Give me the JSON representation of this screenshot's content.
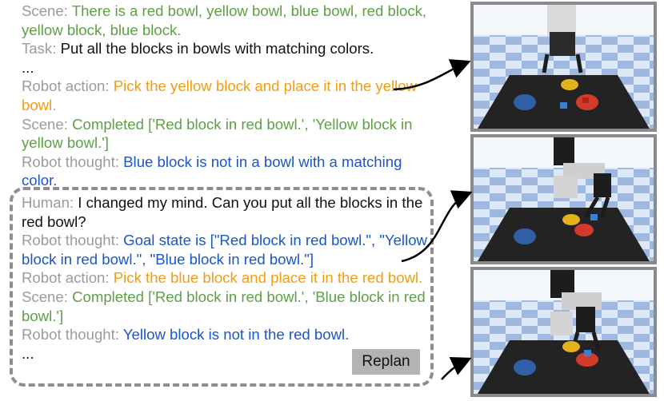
{
  "transcript": {
    "before": [
      {
        "label": "Scene: ",
        "text": "There is a red bowl, yellow bowl, blue bowl, red block, yellow block, blue block.",
        "color": "green"
      },
      {
        "label": "Task: ",
        "text": "Put all the blocks in bowls with matching colors.",
        "color": "black"
      },
      {
        "label": "",
        "text": "...",
        "color": "black"
      },
      {
        "label": "Robot action: ",
        "text": "Pick the yellow block and place it in the yellow bowl.",
        "color": "orange"
      },
      {
        "label": "Scene: ",
        "text": "Completed ['Red block in red bowl.', 'Yellow block in yellow bowl.']",
        "color": "green"
      },
      {
        "label": "Robot thought: ",
        "text": "Blue block is not in a bowl with a matching color.",
        "color": "blue"
      }
    ],
    "replan": [
      {
        "label": "Human: ",
        "text": "I changed my mind. Can you put all the blocks in the red bowl?",
        "color": "black"
      },
      {
        "label": "Robot thought: ",
        "text": "Goal state is [\"Red block in red bowl.\", \"Yellow block in red bowl.\", \"Blue block in red bowl.\"]",
        "color": "blue"
      },
      {
        "label": "Robot action: ",
        "text": "Pick the blue block and place it in the red bowl.",
        "color": "orange"
      },
      {
        "label": "Scene: ",
        "text": "Completed ['Red block in red bowl.', 'Blue block in red bowl.']",
        "color": "green"
      },
      {
        "label": "Robot thought: ",
        "text": "Yellow block is not in the red bowl.",
        "color": "blue"
      },
      {
        "label": "",
        "text": "...",
        "color": "black"
      }
    ]
  },
  "replan_label": "Replan",
  "colors": {
    "label": "#9b9b9b",
    "green": "#5da045",
    "black": "#111111",
    "orange": "#f39c12",
    "blue": "#1a56c6",
    "dashed_border": "#8e8e8e",
    "replan_bg": "#b3b3b3"
  },
  "panels": [
    {
      "name": "scene-1",
      "gripper": "open-above-yellow-bowl"
    },
    {
      "name": "scene-2",
      "gripper": "holding-blue-block"
    },
    {
      "name": "scene-3",
      "gripper": "above-red-bowl"
    }
  ]
}
